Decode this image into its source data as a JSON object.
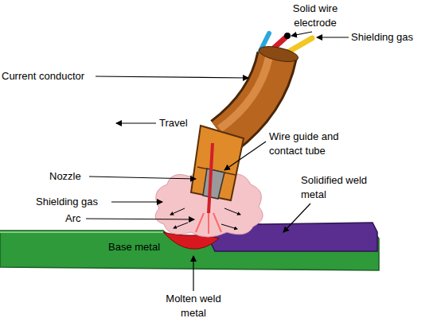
{
  "diagram": {
    "labels": [
      "Solid wire electrode",
      "Shielding gas",
      "Current conductor",
      "Travel",
      "Wire guide and contact tube",
      "Nozzle",
      "Solidified weld metal",
      "Shielding gas",
      "Arc",
      "Base metal",
      "Molten weld metal"
    ]
  }
}
